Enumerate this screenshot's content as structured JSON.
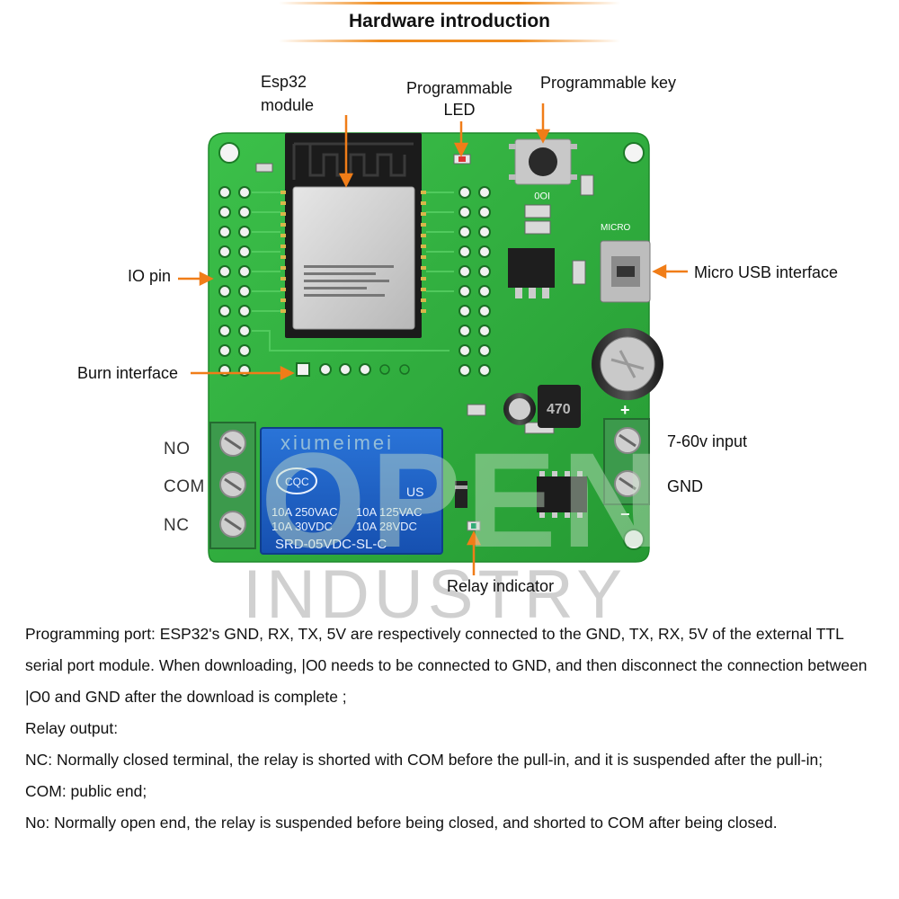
{
  "header": {
    "title": "Hardware introduction"
  },
  "callouts": {
    "esp32": "Esp32\nmodule",
    "led": "Programmable\nLED",
    "key": "Programmable key",
    "io_pin": "IO pin",
    "usb": "Micro USB interface",
    "burn": "Burn interface",
    "input": "7-60v input",
    "gnd": "GND",
    "relay_indicator": "Relay indicator"
  },
  "terminals": {
    "no": "NO",
    "com": "COM",
    "nc": "NC"
  },
  "board_text": {
    "relay_cert": "CQC",
    "relay_us": "US",
    "relay_line1": "10A 250VAC",
    "relay_line2": "10A  30VDC",
    "relay_line3": "10A 125VAC",
    "relay_line4": "10A  28VDC",
    "relay_model": "SRD-05VDC-SL-C",
    "io0": "IO0",
    "micro": "MICRO",
    "plus": "+",
    "minus": "−",
    "inductor": "470"
  },
  "watermark": {
    "open": "OPEN",
    "industry": "INDUSTRY",
    "small": "xiumeimei"
  },
  "description": [
    "Programming port: ESP32's GND, RX, TX, 5V are respectively connected to the GND, TX, RX, 5V of the external TTL serial port module. When downloading, |O0 needs to be connected to GND, and then disconnect the connection between |O0 and GND after the download is complete ;",
    "Relay output:",
    "NC: Normally closed terminal, the relay is shorted with COM before the pull-in, and it is suspended after the pull-in;",
    "COM: public end;",
    "No: Normally open end, the relay is suspended before being closed, and shorted to COM after being closed."
  ],
  "colors": {
    "accent": "#f07d18",
    "pcb": "#2fae3c",
    "relay": "#1e63c8",
    "terminal": "#3c9a4c"
  }
}
